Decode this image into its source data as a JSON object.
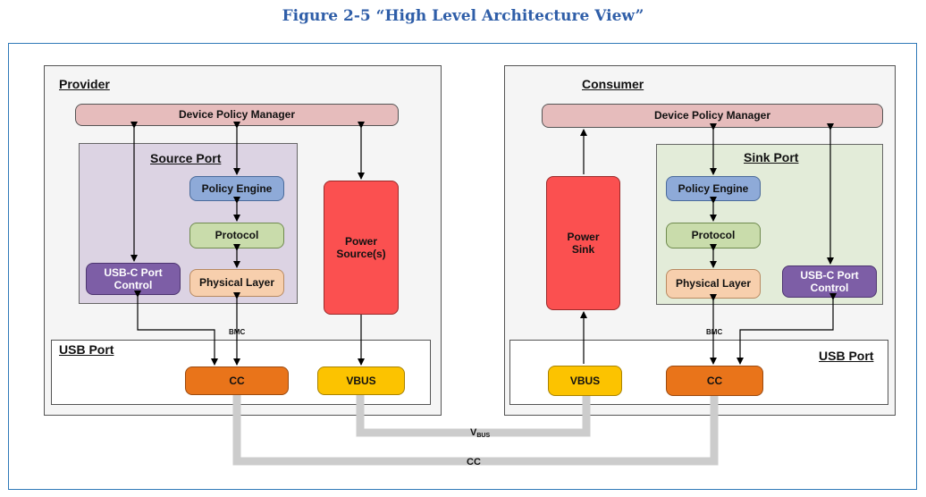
{
  "figure": {
    "caption": "Figure 2-5 “High Level Architecture View”"
  },
  "provider": {
    "title": "Provider",
    "dpm": "Device Policy Manager",
    "port_title": "Source Port",
    "policy_engine": "Policy Engine",
    "protocol": "Protocol",
    "physical_layer": "Physical Layer",
    "usbc_control": "USB-C Port Control",
    "power": "Power Source(s)",
    "usb_port": "USB Port",
    "cc": "CC",
    "vbus": "VBUS",
    "bmc": "BMC"
  },
  "consumer": {
    "title": "Consumer",
    "dpm": "Device Policy Manager",
    "port_title": "Sink Port",
    "policy_engine": "Policy Engine",
    "protocol": "Protocol",
    "physical_layer": "Physical Layer",
    "usbc_control": "USB-C Port Control",
    "power": "Power Sink",
    "usb_port": "USB Port",
    "cc": "CC",
    "vbus": "VBUS",
    "bmc": "BMC"
  },
  "links": {
    "vbus_main": "V",
    "vbus_sub": "BUS",
    "cc": "CC"
  },
  "colors": {
    "caption": "#2f5ea8",
    "dpm": "#e6bcbc",
    "policy_engine": "#8eaad8",
    "protocol": "#c9dcab",
    "physical_layer": "#f7cfad",
    "usbc_control": "#7d5ea6",
    "power": "#fb5050",
    "cc": "#e9741a",
    "vbus": "#fcc300",
    "cable": "#cccccc"
  }
}
